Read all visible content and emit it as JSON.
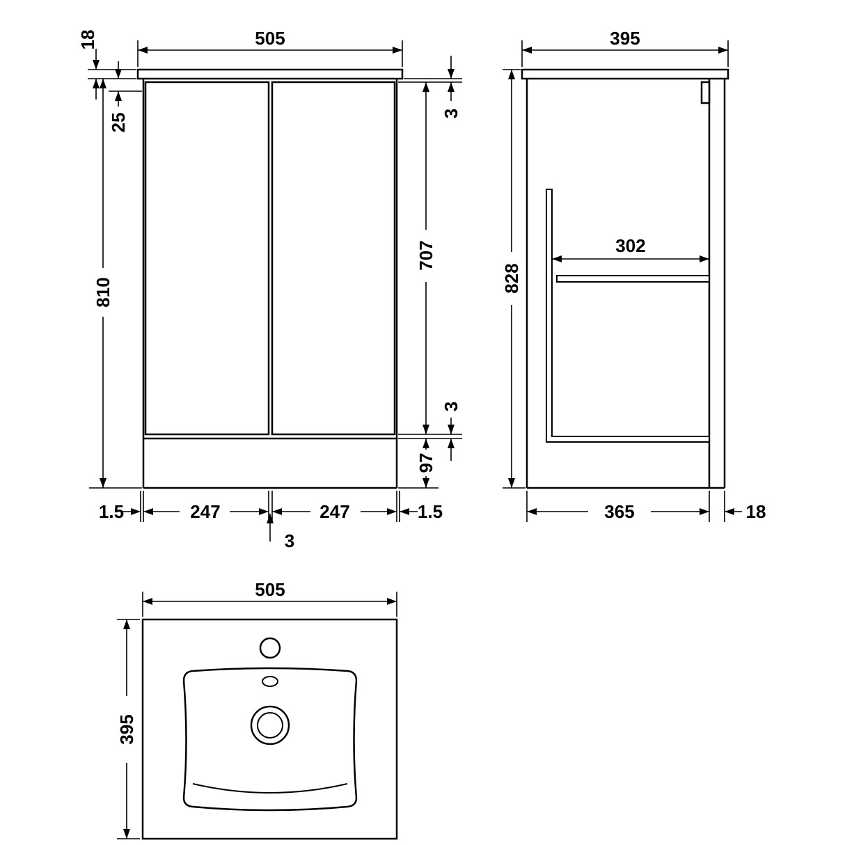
{
  "drawing": {
    "front": {
      "width": "505",
      "counter_thickness": "18",
      "top_offset": "25",
      "height": "810",
      "door_top_gap": "3",
      "door_height": "707",
      "door_bottom_gap": "3",
      "plinth_height": "97",
      "left_margin": "1.5",
      "left_door_width": "247",
      "center_gap": "3",
      "right_door_width": "247",
      "right_margin": "1.5"
    },
    "side": {
      "depth": "395",
      "total_height": "828",
      "internal_depth": "302",
      "carcass_depth": "365",
      "door_thickness": "18"
    },
    "plan": {
      "width": "505",
      "depth": "395"
    }
  }
}
